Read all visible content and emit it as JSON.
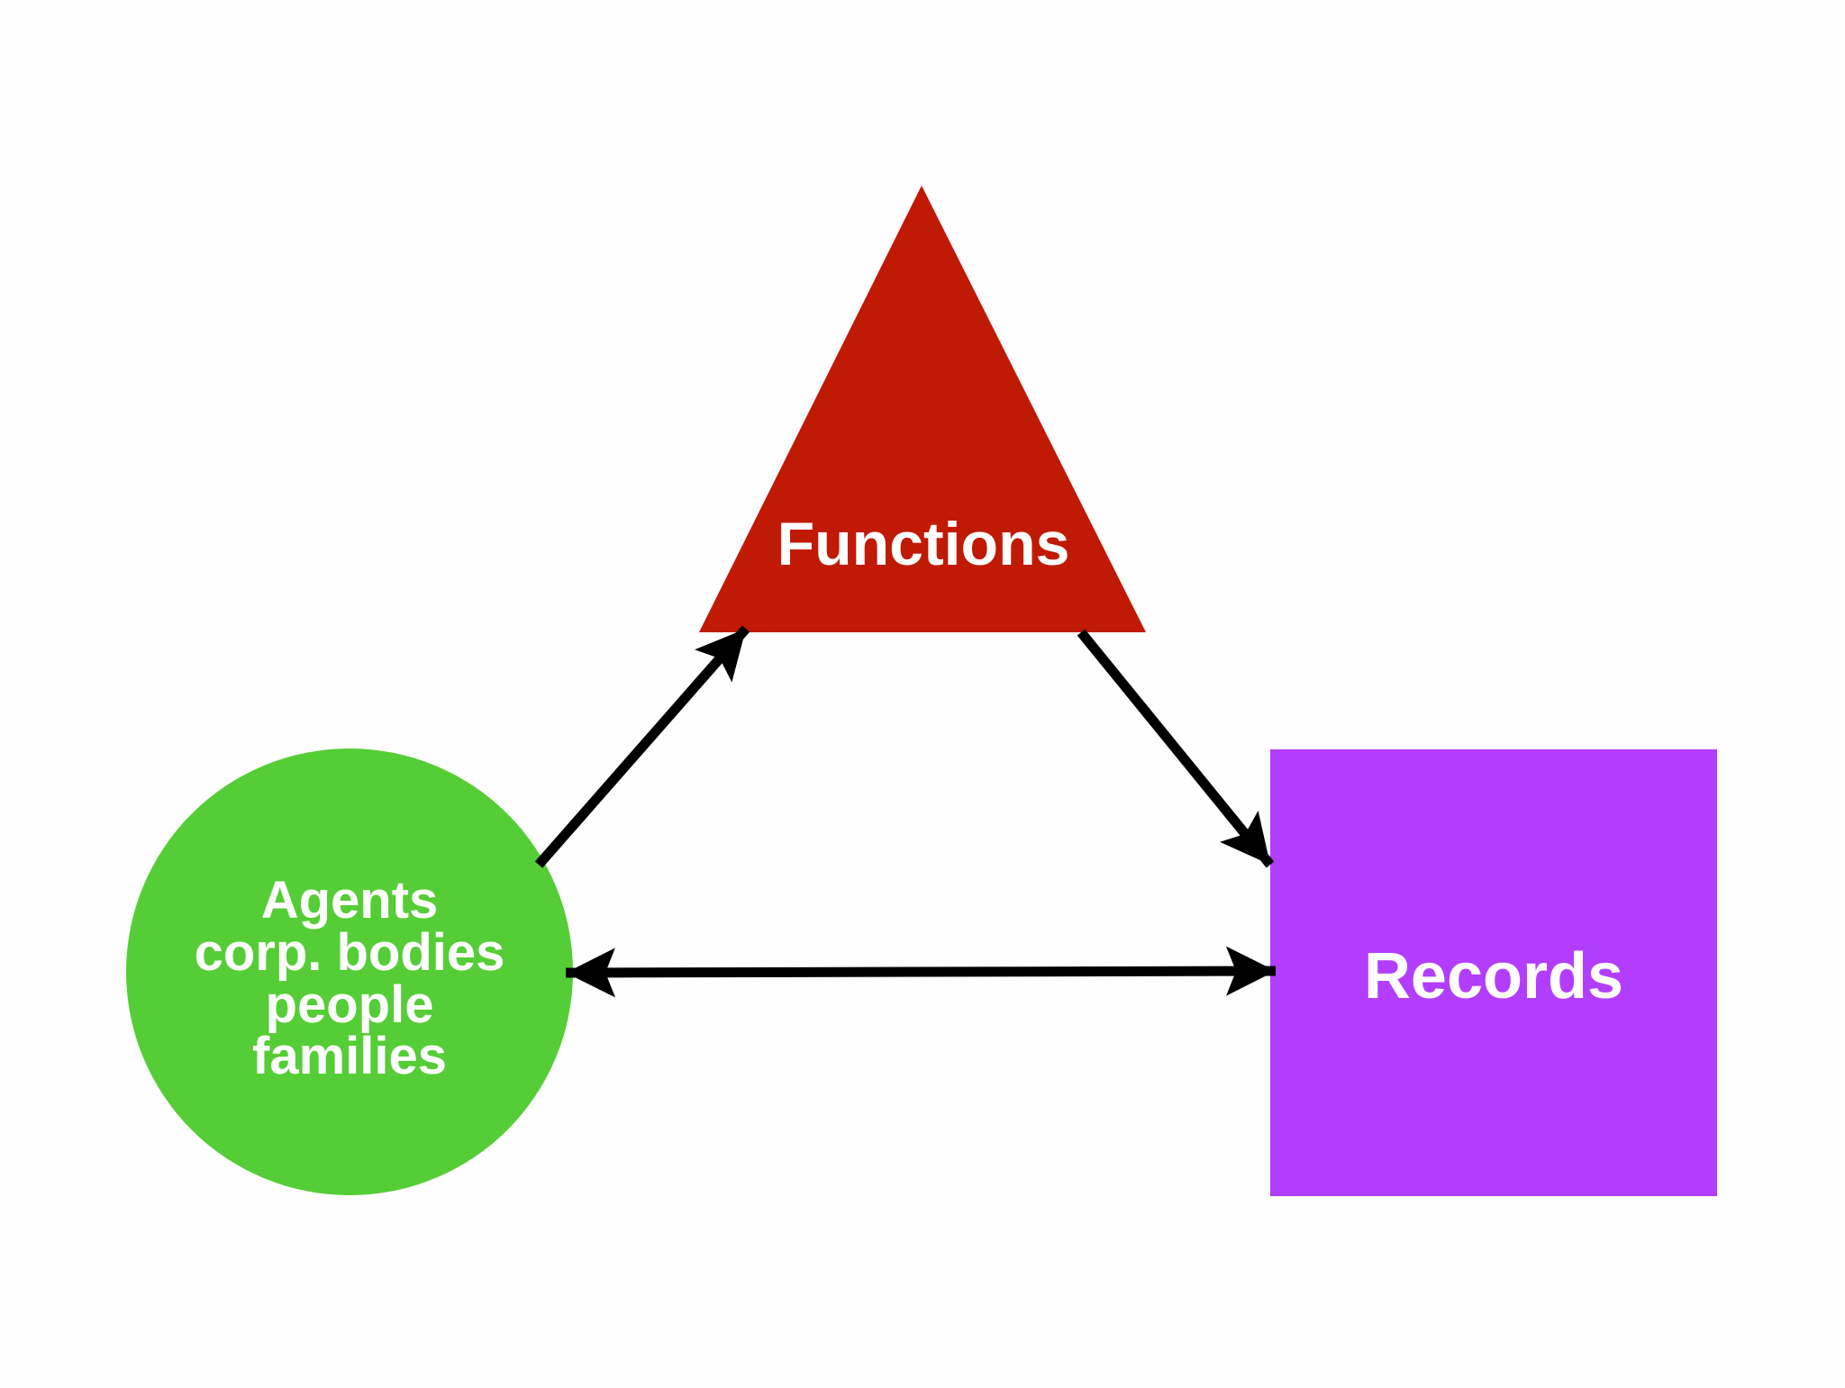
{
  "nodes": {
    "functions": {
      "label": "Functions",
      "color": "#c01a04"
    },
    "agents": {
      "lines": [
        "Agents",
        "corp. bodies",
        "people",
        "families"
      ],
      "color": "#55cd36"
    },
    "records": {
      "label": "Records",
      "color": "#b33dfd"
    }
  },
  "edges": [
    {
      "from": "agents",
      "to": "functions",
      "direction": "forward"
    },
    {
      "from": "functions",
      "to": "records",
      "direction": "forward"
    },
    {
      "from": "agents",
      "to": "records",
      "direction": "both"
    }
  ]
}
